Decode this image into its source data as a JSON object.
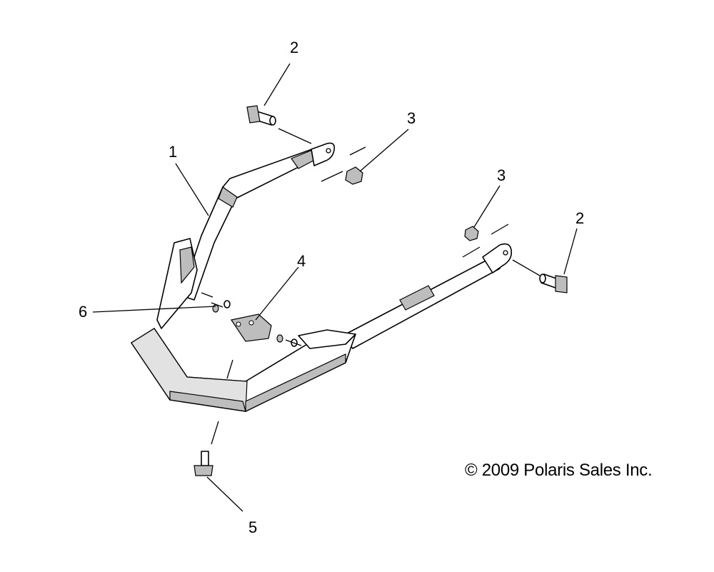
{
  "callouts": {
    "c1": "1",
    "c2a": "2",
    "c2b": "2",
    "c3a": "3",
    "c3b": "3",
    "c4": "4",
    "c5": "5",
    "c6": "6"
  },
  "copyright": "© 2009 Polaris Sales Inc."
}
